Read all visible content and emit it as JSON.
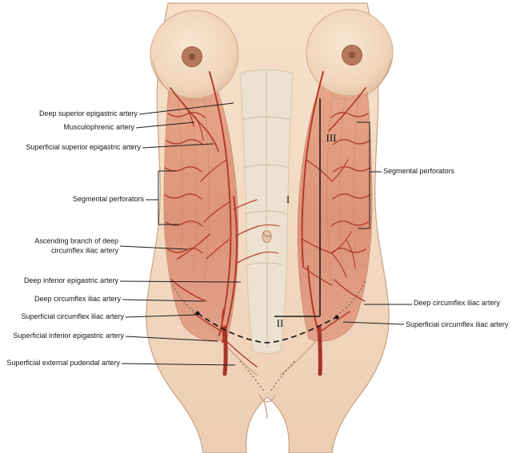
{
  "figure_labels": {
    "left": [
      {
        "text": "Deep superior epigastric artery"
      },
      {
        "text": "Musculophrenic artery"
      },
      {
        "text": "Superficial superior epigastric artery"
      },
      {
        "text": "Segmental perforators"
      },
      {
        "text": "Ascending branch of deep circumflex iliac artery"
      },
      {
        "text": "Deep inferior epigastric artery"
      },
      {
        "text": "Deep circumflex iliac artery"
      },
      {
        "text": "Superficial circumflex iliac artery"
      },
      {
        "text": "Superficial inferior epigastric artery"
      },
      {
        "text": "Superficial external pudendal artery"
      }
    ],
    "right": [
      {
        "text": "Segmental perforators"
      },
      {
        "text": "Deep circumflex iliac artery"
      },
      {
        "text": "Superficial circumflex iliac artery"
      }
    ]
  },
  "zones": [
    "I",
    "II",
    "III"
  ],
  "colors": {
    "skin": "#f2d8c0",
    "muscle": "#dd9379",
    "artery": "#b23c2c",
    "annotation_line": "#1c1c1c"
  }
}
